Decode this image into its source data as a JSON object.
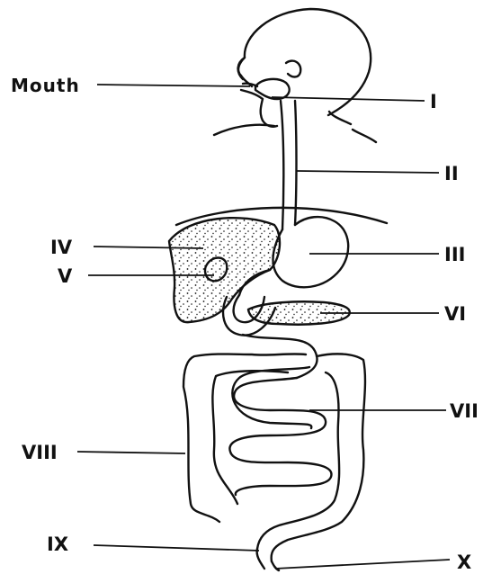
{
  "labels": {
    "mouth": "Mouth",
    "i": "I",
    "ii": "II",
    "iii": "III",
    "iv": "IV",
    "v": "V",
    "vi": "VI",
    "vii": "VII",
    "viii": "VIII",
    "ix": "IX",
    "x": "X"
  },
  "colors": {
    "ink": "#111111",
    "background": "#ffffff"
  }
}
